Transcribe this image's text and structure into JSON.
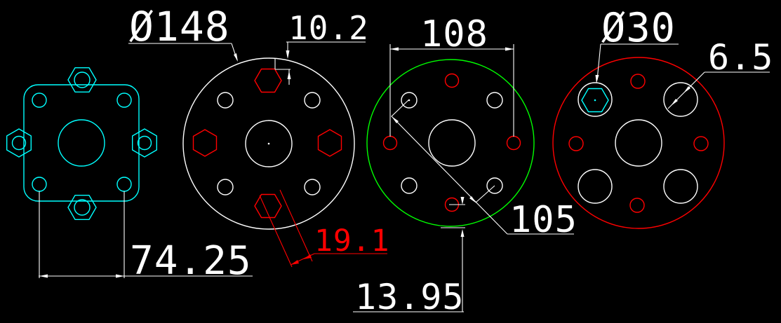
{
  "canvas": {
    "type": "cad-wireframe-drawing",
    "background": "#000000"
  },
  "colors": {
    "background": "#000000",
    "cyan_layer": "#00ffff",
    "white_layer": "#ffffff",
    "red_layer": "#ff0000",
    "green_layer": "#00ff00"
  },
  "views": [
    {
      "name": "square-flange-with-hex-nuts",
      "outline_color": "#00ffff"
    },
    {
      "name": "round-flange-hex-sockets",
      "outline_color": "#ffffff",
      "feature_color": "#ff0000"
    },
    {
      "name": "round-flange-drilled",
      "outline_color": "#00ff00",
      "feature_color": "#ff0000"
    },
    {
      "name": "round-flange-counterbored",
      "outline_color": "#ff0000",
      "feature_color": "#ffffff"
    }
  ],
  "dimensions": {
    "square_hole_spacing": "74.25",
    "flange2_outer_diameter": "Ø148",
    "flange2_hex_to_edge": "10.2",
    "flange2_hex_across_flats": "19.1",
    "flange3_horizontal_spacing": "108",
    "flange3_diagonal_spacing": "105",
    "flange3_bottom_offset": "13.95",
    "flange4_hex_hole_diameter": "Ø30",
    "flange4_hole_size": "6.5"
  }
}
